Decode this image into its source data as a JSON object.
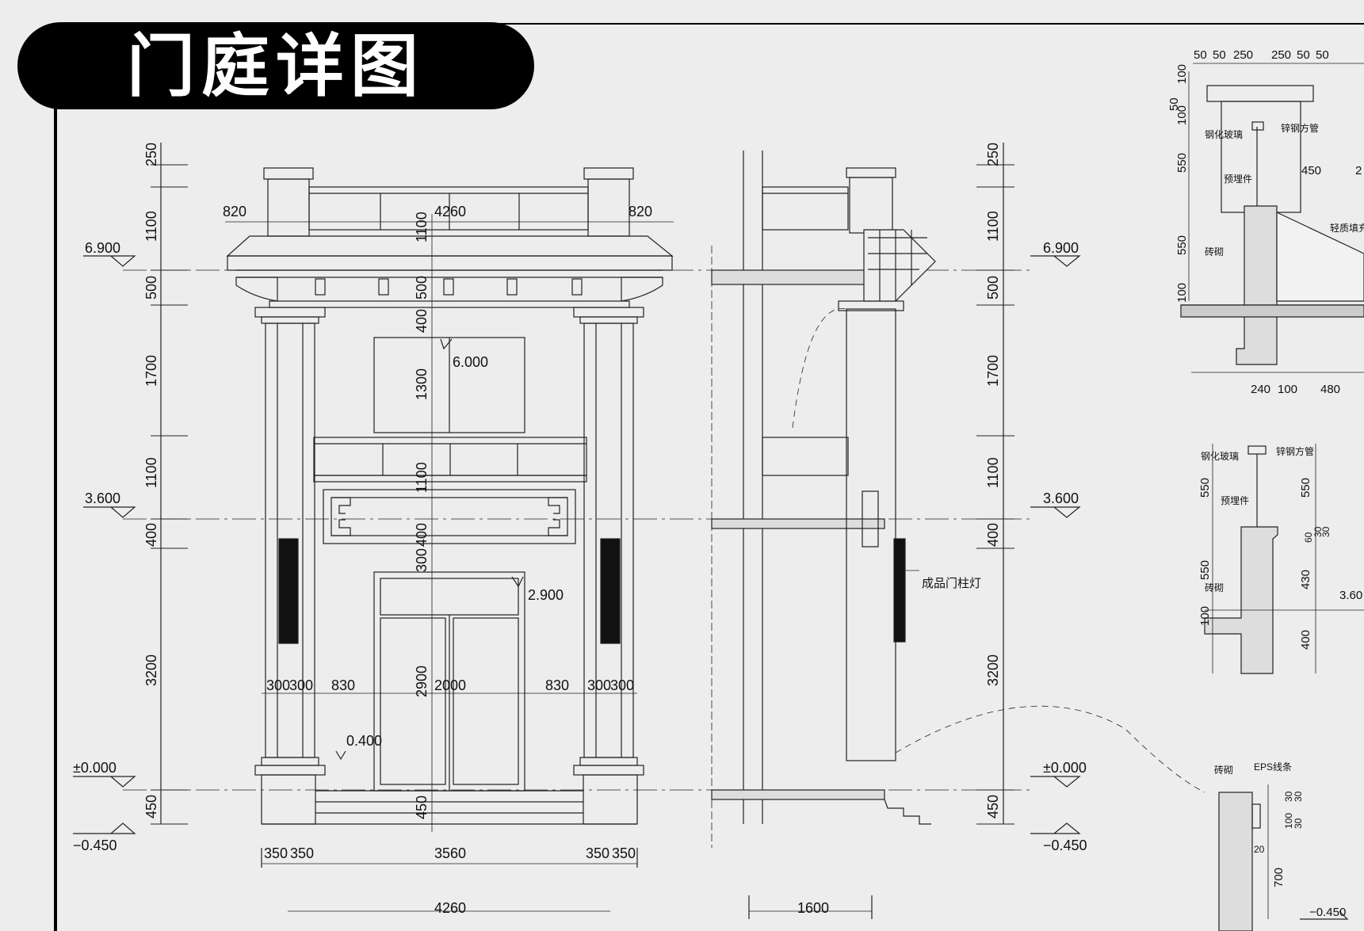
{
  "title": "门庭详图",
  "front_elevation": {
    "dims_left": [
      "250",
      "1100",
      "500",
      "1700",
      "1100",
      "400",
      "3200",
      "450"
    ],
    "dims_center": [
      "1100",
      "500",
      "400",
      "1300",
      "1100",
      "400",
      "300",
      "2900",
      "450"
    ],
    "levels": [
      "6.900",
      "3.600",
      "±0.000",
      "−0.450"
    ],
    "top_dims": [
      "820",
      "4260",
      "820"
    ],
    "inner_levels": [
      "6.000",
      "2.900",
      "0.400"
    ],
    "column_dims": [
      "300",
      "300",
      "830",
      "2000",
      "830",
      "300",
      "300"
    ],
    "base_dims": [
      "350",
      "350",
      "3560",
      "350",
      "350"
    ],
    "total_width": "4260"
  },
  "side_elevation": {
    "dims_right": [
      "250",
      "1100",
      "500",
      "1700",
      "1100",
      "400",
      "3200",
      "450"
    ],
    "levels": [
      "6.900",
      "3.600",
      "±0.000",
      "−0.450"
    ],
    "lamp_label": "成品门柱灯",
    "width": "1600"
  },
  "detail_1": {
    "top_dims": [
      "50",
      "50",
      "250",
      "250",
      "50",
      "50"
    ],
    "left_dims": [
      "100",
      "50",
      "100",
      "550",
      "550",
      "100"
    ],
    "right_dims": [
      "450",
      "2"
    ],
    "bottom_dims": [
      "240",
      "100",
      "480"
    ],
    "labels": [
      "钢化玻璃",
      "锌钢方管",
      "预埋件",
      "砖砌",
      "轻质填充"
    ]
  },
  "detail_2": {
    "left_dims": [
      "550",
      "550",
      "100"
    ],
    "right_dims": [
      "550",
      "60",
      "30",
      "30",
      "430",
      "400"
    ],
    "labels": [
      "钢化玻璃",
      "锌钢方管",
      "预埋件",
      "砖砌"
    ],
    "level": "3.60"
  },
  "detail_3": {
    "labels": [
      "砖砌",
      "EPS线条"
    ],
    "dims": [
      "30",
      "30",
      "100",
      "30",
      "20",
      "700"
    ],
    "level": "−0.450"
  }
}
